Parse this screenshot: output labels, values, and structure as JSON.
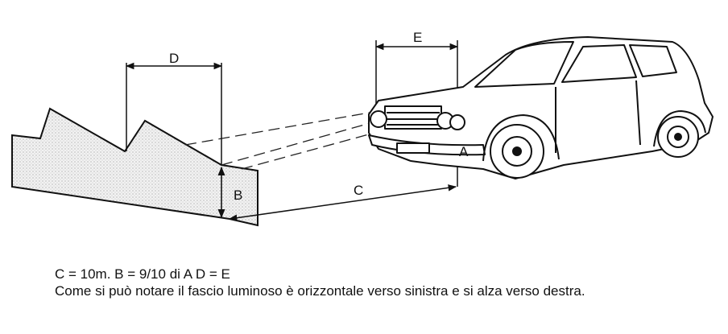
{
  "diagram": {
    "labels": {
      "A": "A",
      "B": "B",
      "C": "C",
      "D": "D",
      "E": "E"
    }
  },
  "caption": {
    "line1": "C = 10m. B = 9/10 di A    D = E",
    "line2": "Come si può notare il fascio luminoso è orizzontale verso sinistra e si alza verso destra."
  }
}
